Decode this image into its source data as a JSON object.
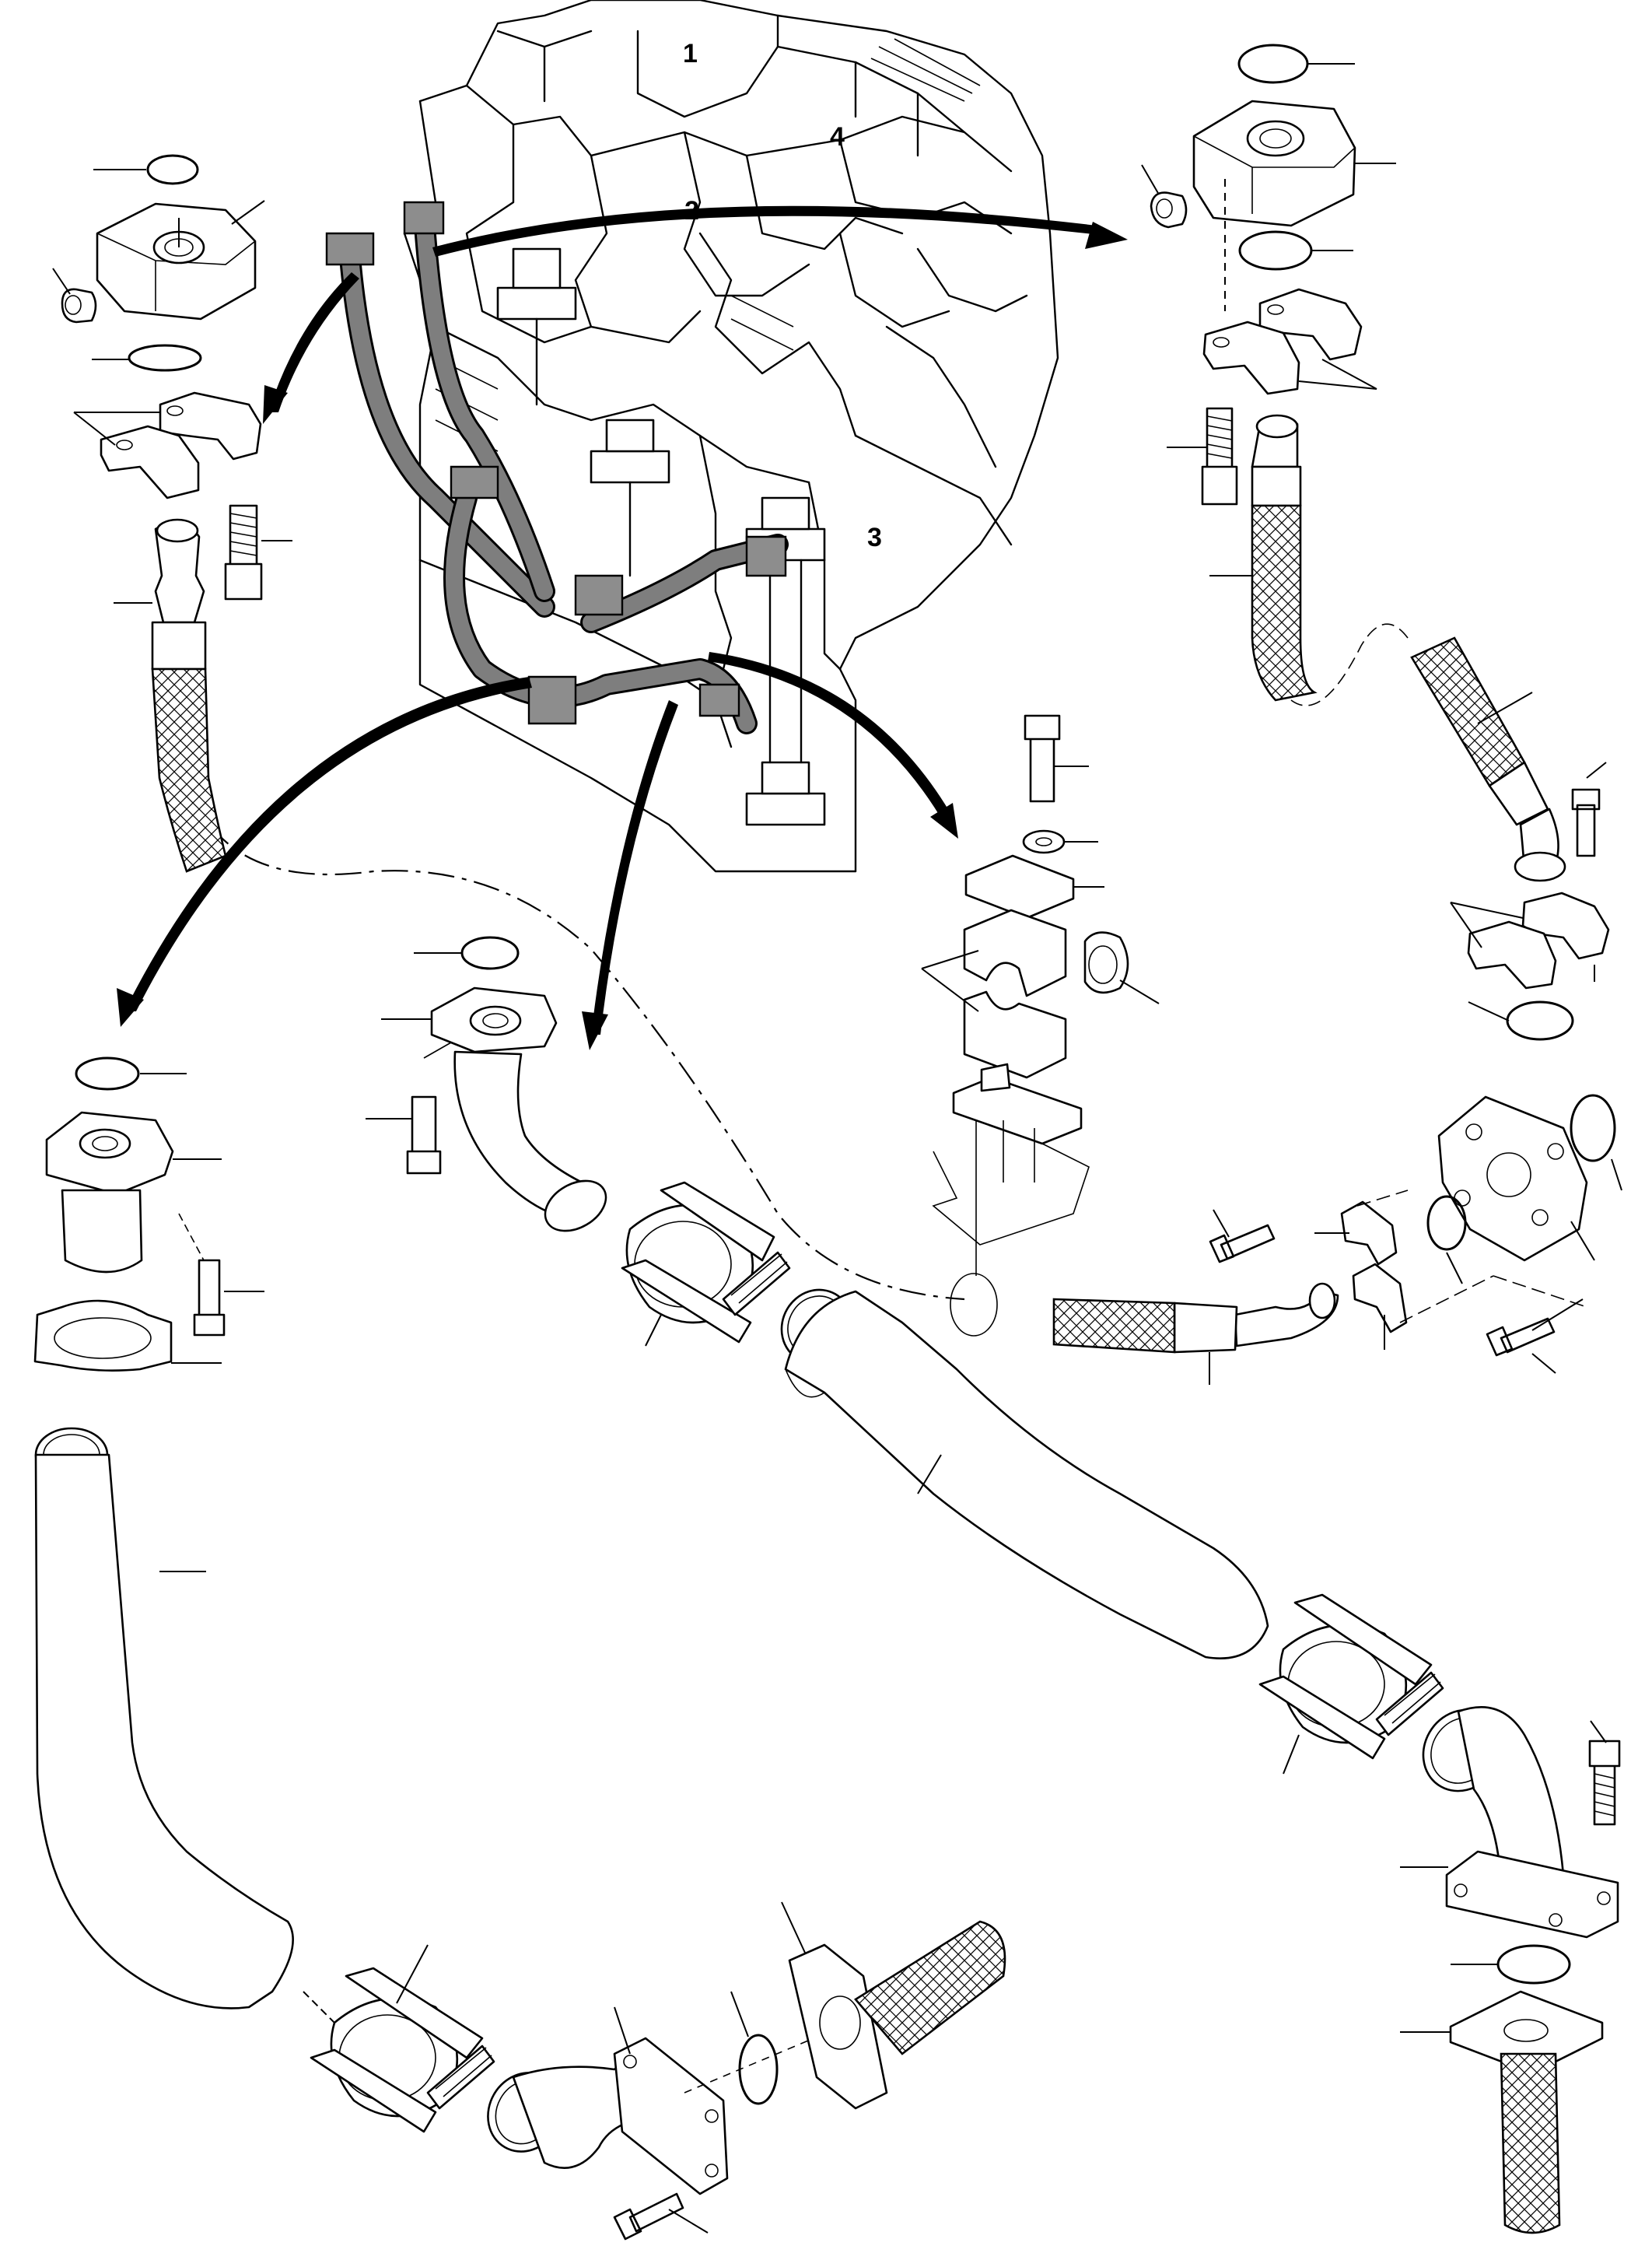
{
  "diagram": {
    "type": "exploded parts diagram",
    "position_labels": [
      "1",
      "2",
      "3",
      "4"
    ]
  }
}
